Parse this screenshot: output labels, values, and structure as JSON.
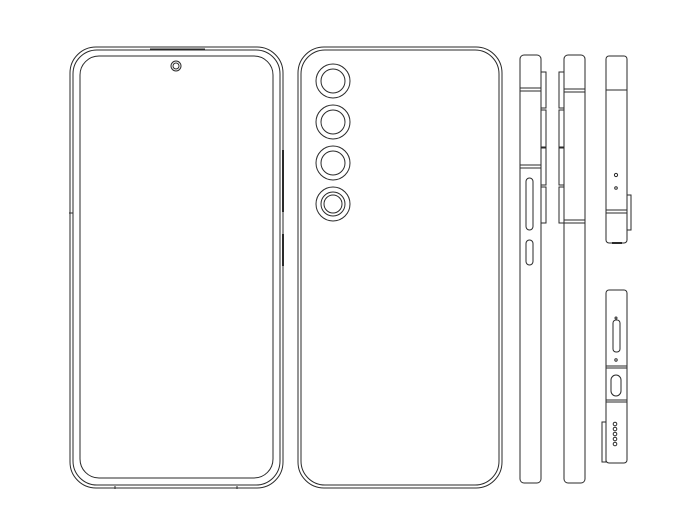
{
  "drawing": {
    "views": [
      "front",
      "back",
      "right-side",
      "left-side",
      "top",
      "bottom"
    ],
    "line_color": "#2a2a2a",
    "background": "#ffffff",
    "rear_camera_count": 4,
    "bottom_speaker_holes": 5
  }
}
